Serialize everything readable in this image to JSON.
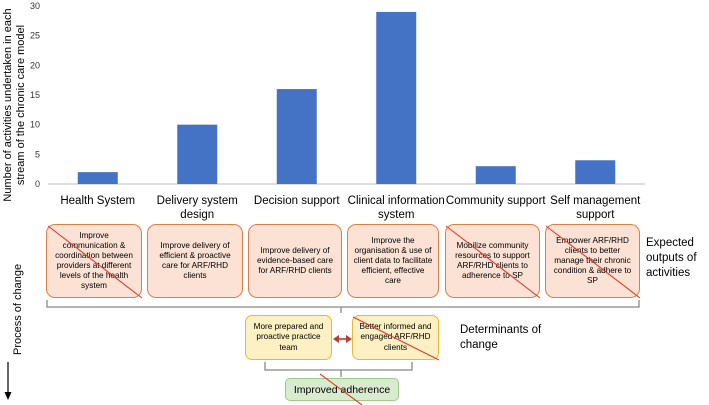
{
  "chart_data": {
    "type": "bar",
    "ylabel": "Number of activities undertaken in each stream of the chronic care model",
    "ylim": [
      0,
      30
    ],
    "yticks": [
      0,
      5,
      10,
      15,
      20,
      25,
      30
    ],
    "categories": [
      "Health System",
      "Delivery system design",
      "Decision support",
      "Clinical information system",
      "Community support",
      "Self management support"
    ],
    "values": [
      2,
      10,
      16,
      29,
      3,
      4
    ],
    "bar_color": "#4472c4",
    "grid": false
  },
  "diagram": {
    "process_label": "Process of change",
    "outputs": [
      {
        "text": "Improve communication & coordination between providers at different levels of the health system",
        "crossed": true
      },
      {
        "text": "Improve delivery of efficient & proactive care for ARF/RHD clients",
        "crossed": false
      },
      {
        "text": "Improve delivery of evidence-based care for ARF/RHD clients",
        "crossed": false
      },
      {
        "text": "Improve the organisation & use of client data to facilitate efficient, effective care",
        "crossed": false
      },
      {
        "text": "Mobilize community resources to support ARF/RHD clients to adherence to SP",
        "crossed": true
      },
      {
        "text": "Empower ARF/RHD clients to better manage their chronic condition & adhere to SP",
        "crossed": true
      }
    ],
    "outputs_label": "Expected outputs of activities",
    "determinants": [
      {
        "text": "More prepared and proactive practice team",
        "crossed": false
      },
      {
        "text": "Better informed and engaged ARF/RHD clients",
        "crossed": true
      }
    ],
    "determinants_label": "Determinants of change",
    "result": {
      "text": "Improved adherence",
      "crossed": true
    },
    "colors": {
      "output_fill": "#fbe2d5",
      "output_border": "#d9804a",
      "determinant_fill": "#fdf0c2",
      "determinant_border": "#e8b83c",
      "result_fill": "#d8ebcf",
      "result_border": "#9fc98b",
      "cross_line": "#e03a2f",
      "arrow": "#c0392b"
    }
  }
}
